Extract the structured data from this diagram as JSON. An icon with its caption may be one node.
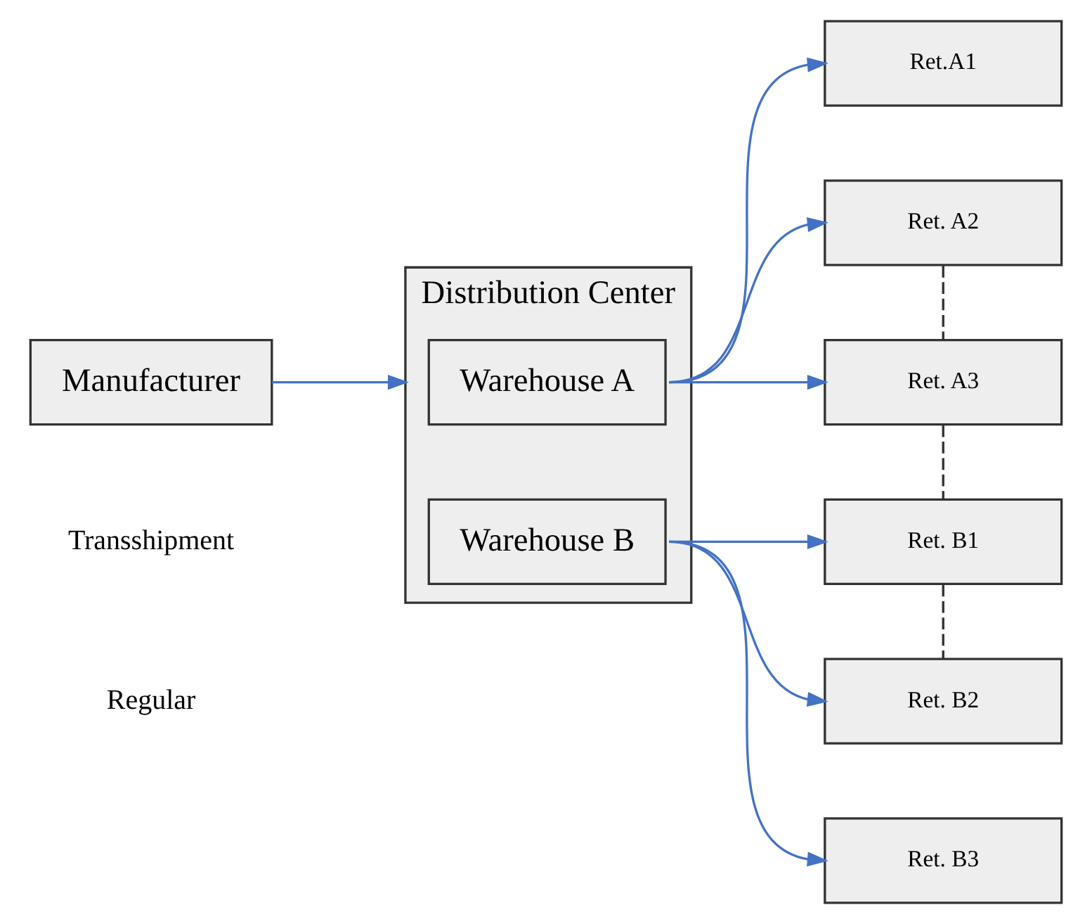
{
  "diagram": {
    "nodes": [
      {
        "text": [
          "Manufacturer"
        ]
      },
      {
        "text": [
          "Distribution Center"
        ]
      },
      {
        "text": [
          "Warehouse A"
        ],
        "in": 1
      },
      {
        "text": [
          "Warehouse B"
        ],
        "in": 1
      },
      {
        "text": [
          "Ret.A1"
        ]
      },
      {
        "text": [
          "Ret. A2"
        ]
      },
      {
        "text": [
          "Ret. A3"
        ]
      },
      {
        "text": [
          "Ret. B1"
        ]
      },
      {
        "text": [
          "Ret. B2"
        ]
      },
      {
        "text": [
          "Ret. B3"
        ]
      }
    ],
    "edges": [
      {
        "from": 0,
        "to": 1,
        "arrow": "to"
      },
      {
        "from": 2,
        "to": 4,
        "arrow": "to"
      },
      {
        "from": 2,
        "to": 5,
        "arrow": "to"
      },
      {
        "from": 2,
        "to": 6,
        "arrow": "to"
      },
      {
        "from": 3,
        "to": 7,
        "arrow": "to"
      },
      {
        "from": 3,
        "to": 8,
        "arrow": "to"
      },
      {
        "from": 3,
        "to": 9,
        "arrow": "to"
      },
      {
        "from": 5,
        "to": 6,
        "arrow": "none",
        "style": "dashed",
        "color": "#333333"
      },
      {
        "from": 6,
        "to": 7,
        "arrow": "none",
        "style": "dashed",
        "color": "#333333"
      },
      {
        "from": 7,
        "to": 8,
        "arrow": "none",
        "style": "dashed",
        "color": "#333333"
      }
    ],
    "legend": [
      {
        "text": "Transshipment"
      },
      {
        "text": "Regular"
      }
    ]
  }
}
